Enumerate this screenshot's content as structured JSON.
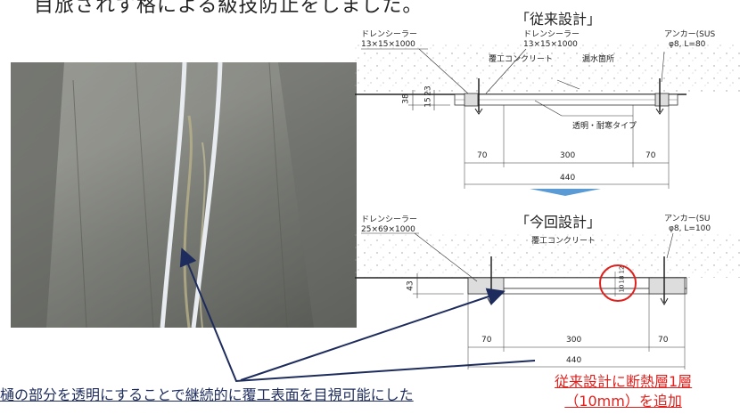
{
  "header": {
    "top_text": "目旅されず格による級技防止をしました。"
  },
  "design_old": {
    "title": "「従来設計」",
    "drain_sealer_left_name": "ドレンシーラー",
    "drain_sealer_left_size": "13×15×1000",
    "drain_sealer_mid_name": "ドレンシーラー",
    "drain_sealer_mid_size": "13×15×1000",
    "lining_concrete": "覆工コンクリート",
    "leak_point": "漏水箇所",
    "anchor_name": "アンカー(SUS",
    "anchor_size": "φ8, L=80",
    "type_label": "透明・耐寒タイプ",
    "dim_38": "38",
    "dim_15": "15",
    "dim_23": "23",
    "dim_70a": "70",
    "dim_300": "300",
    "dim_70b": "70",
    "dim_440": "440"
  },
  "design_new": {
    "title": "「今回設計」",
    "drain_sealer_name": "ドレンシーラー",
    "drain_sealer_size": "25×69×1000",
    "lining_concrete": "覆工コンクリート",
    "anchor_name": "アンカー(SU",
    "anchor_size": "φ8, L=100",
    "dim_43": "43",
    "dim_12": "12",
    "dim_18": "18",
    "dim_10": "10",
    "dim_70a": "70",
    "dim_300": "300",
    "dim_70b": "70",
    "dim_440": "440"
  },
  "captions": {
    "left": "樋の部分を透明にすることで継続的に覆工表面を目視可能にした",
    "right_line1": "従来設計に断熱層1層",
    "right_line2": "（10mm）を追加"
  },
  "colors": {
    "arrow": "#1d2c5c",
    "highlight": "#e0201c",
    "blue_arrow": "#5b9bd5"
  }
}
